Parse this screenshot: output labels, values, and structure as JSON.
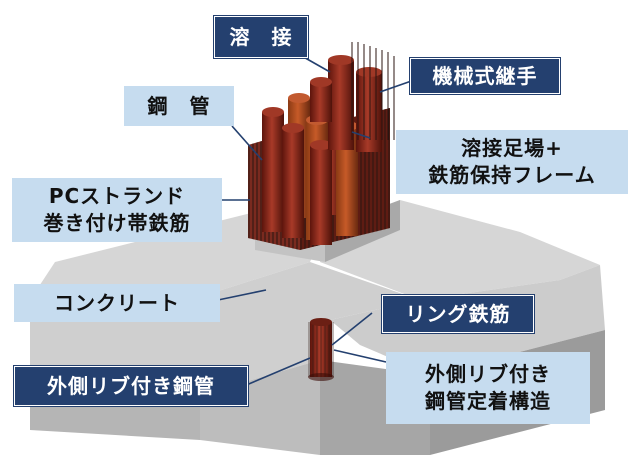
{
  "labels": {
    "welding": "溶　接",
    "mechanical_joint": "機械式継手",
    "steel_pipe": "鋼　管",
    "scaffold_frame": "溶接足場+\n鉄筋保持フレーム",
    "pc_strand": "PCストランド\n巻き付け帯鉄筋",
    "concrete": "コンクリート",
    "ring_rebar": "リング鉄筋",
    "ribbed_pipe": "外側リブ付き鋼管",
    "anchorage": "外側リブ付き\n鋼管定着構造"
  },
  "colors": {
    "dark_label": "#24406f",
    "light_label": "#c6dcef",
    "concrete_top": "#d3d3d3",
    "concrete_left": "#b9b9b9",
    "concrete_right": "#a5a5a5",
    "pipe": "#8a2a1e"
  }
}
